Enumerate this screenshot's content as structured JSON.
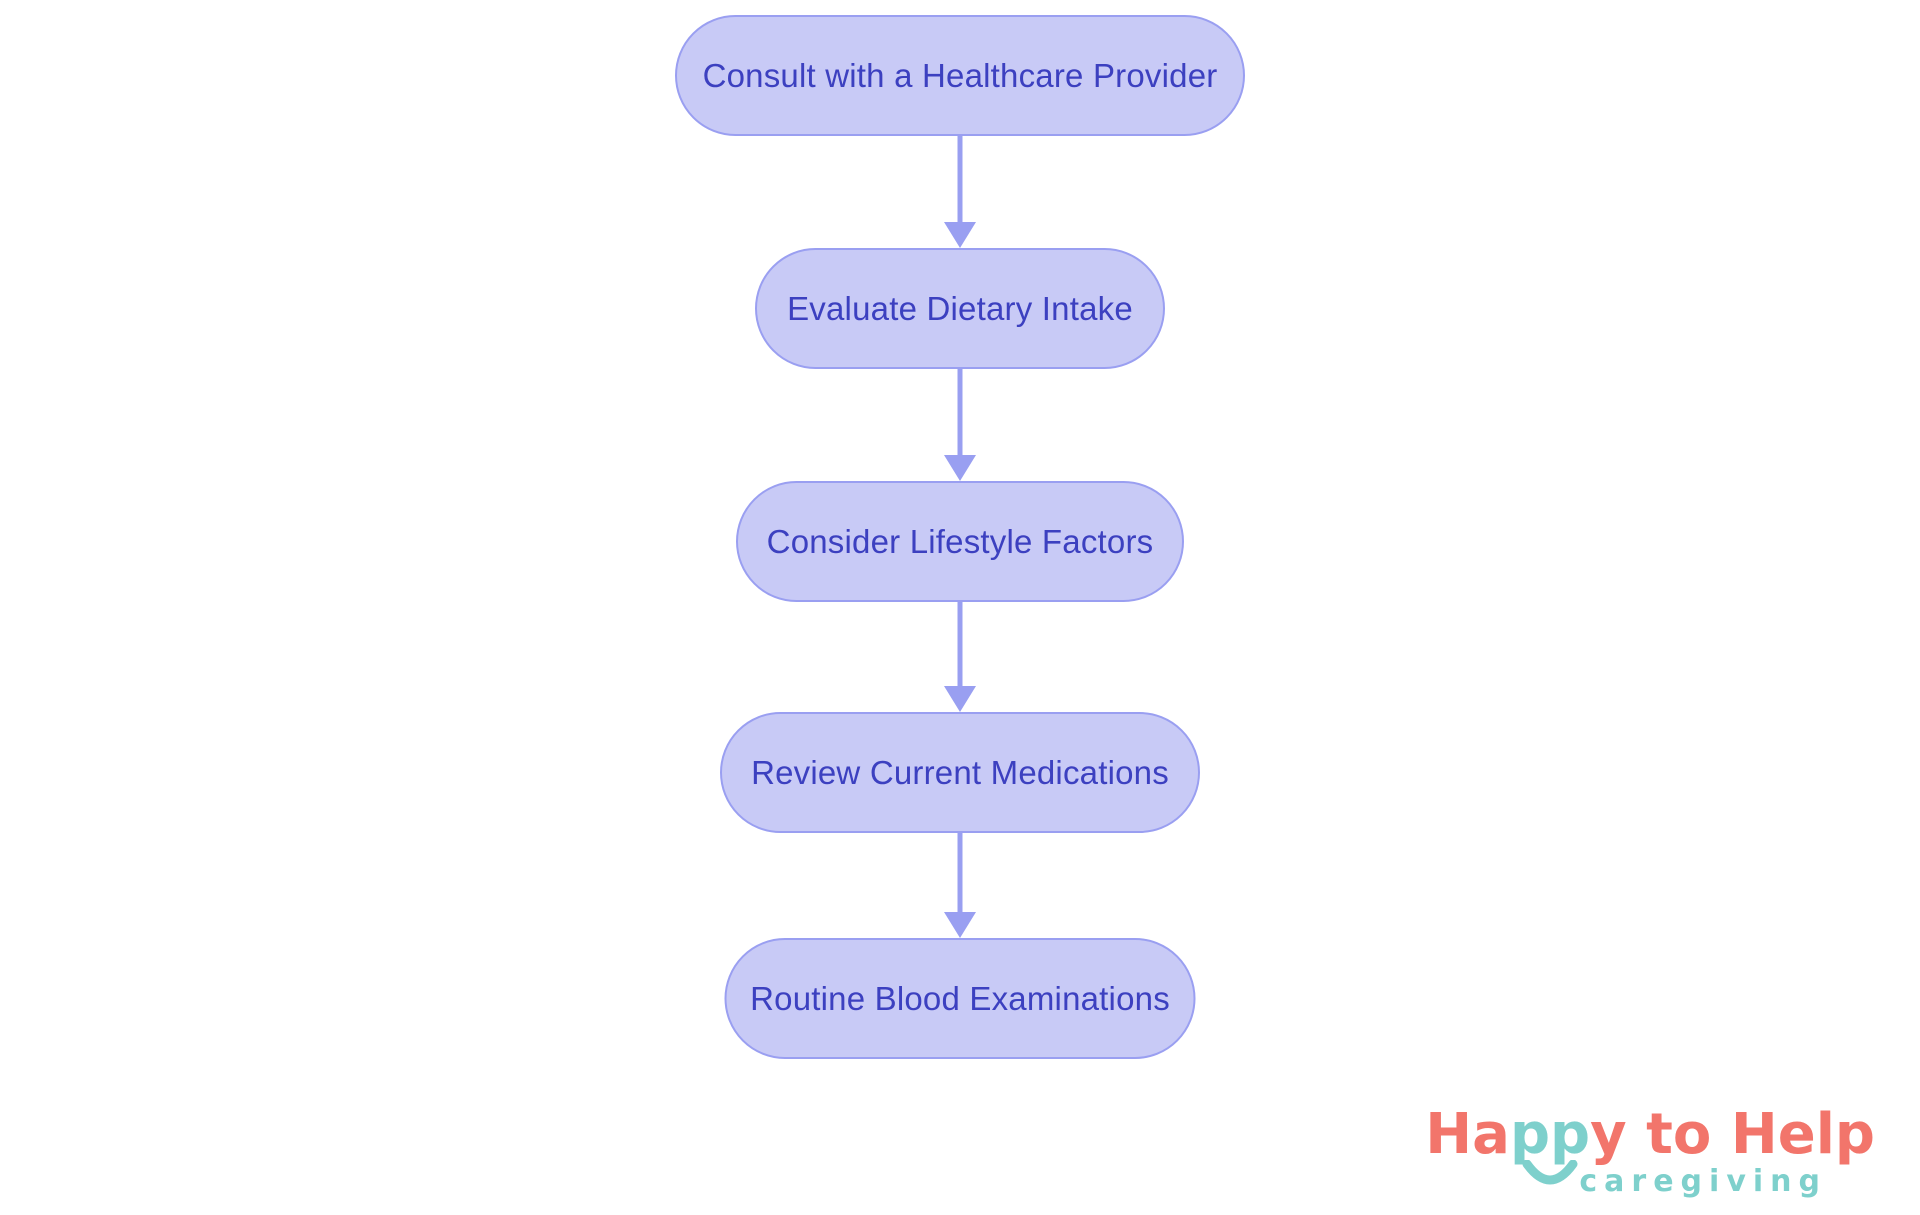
{
  "flowchart": {
    "type": "flowchart",
    "direction": "top-down",
    "nodes": [
      {
        "id": "n1",
        "label": "Consult with a Healthcare Provider"
      },
      {
        "id": "n2",
        "label": "Evaluate Dietary Intake"
      },
      {
        "id": "n3",
        "label": "Consider Lifestyle Factors"
      },
      {
        "id": "n4",
        "label": "Review Current Medications"
      },
      {
        "id": "n5",
        "label": "Routine Blood Examinations"
      }
    ],
    "edges": [
      {
        "from": "n1",
        "to": "n2"
      },
      {
        "from": "n2",
        "to": "n3"
      },
      {
        "from": "n3",
        "to": "n4"
      },
      {
        "from": "n4",
        "to": "n5"
      }
    ],
    "style": {
      "node_fill": "#c8caf6",
      "node_border": "#9a9ff1",
      "node_text_color": "#3c40c0",
      "arrow_color": "#999ff1"
    }
  },
  "logo": {
    "wordmark": "Happy to Help",
    "wordmark_part1": "Ha",
    "wordmark_part2": "pp",
    "wordmark_part3": "y to Help",
    "subtitle": "caregiving",
    "colors": {
      "coral": "#F2756B",
      "teal": "#7ED0CC"
    }
  }
}
